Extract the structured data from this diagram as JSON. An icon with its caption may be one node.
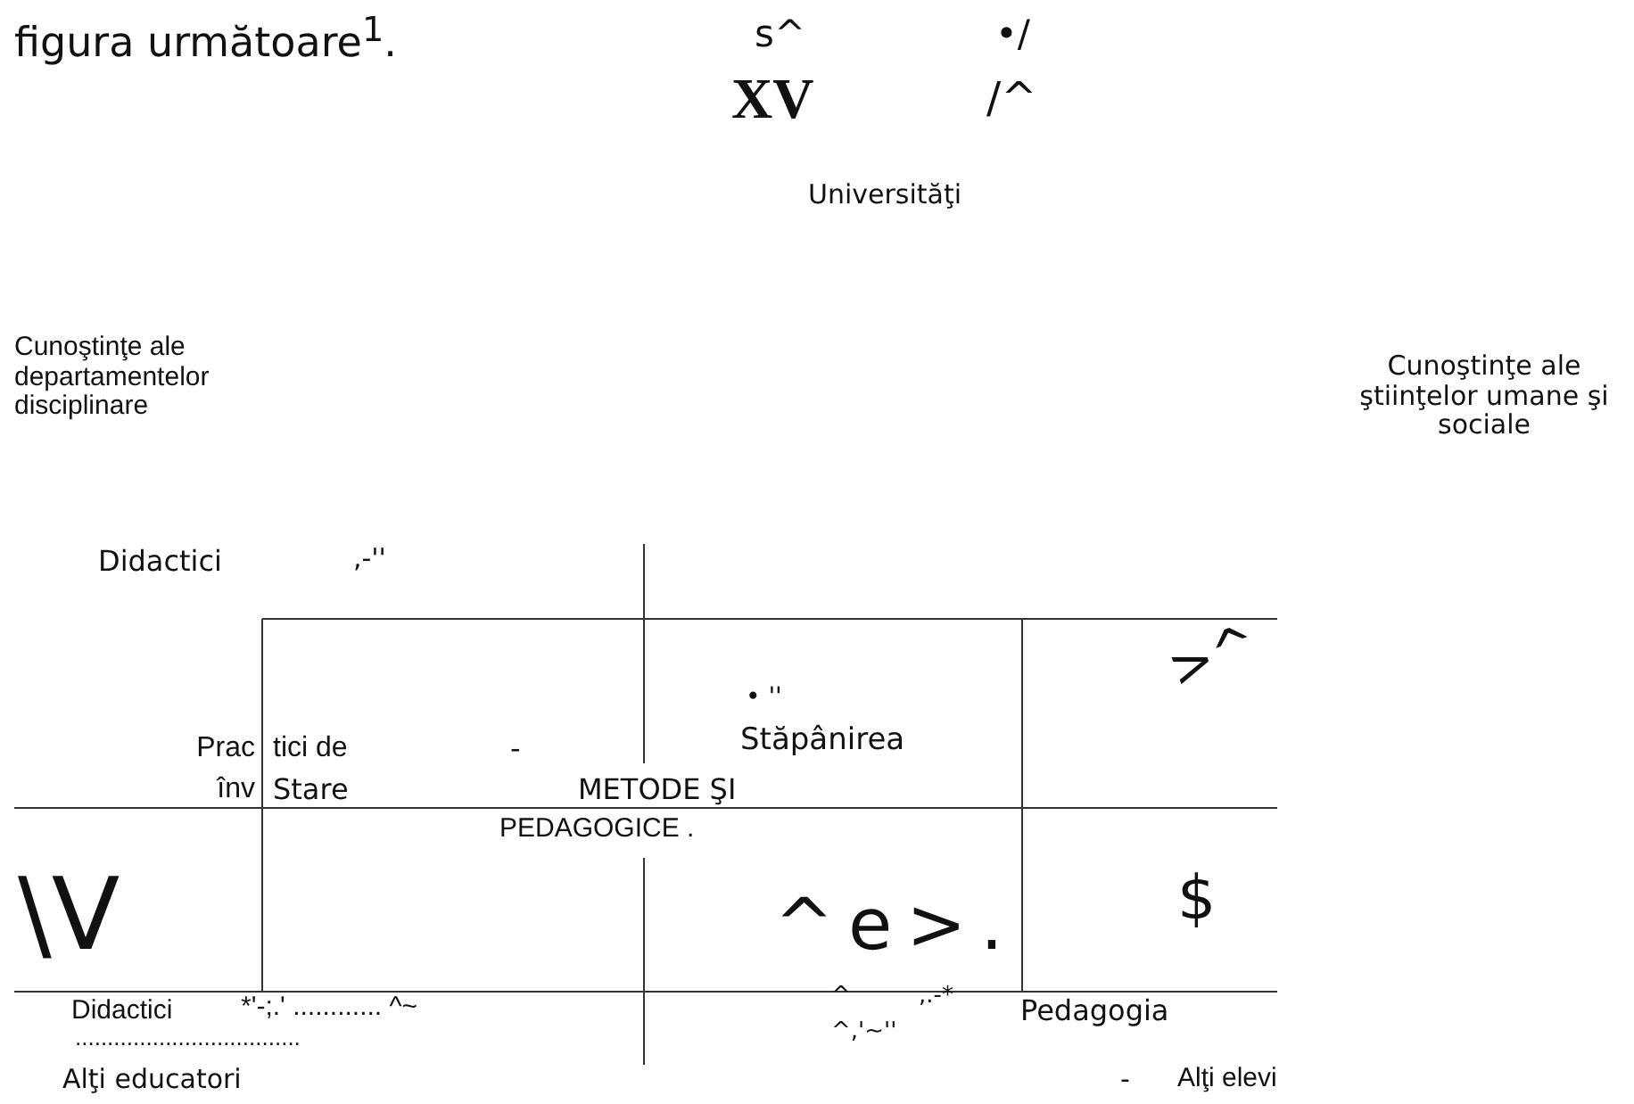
{
  "diagram": {
    "labels": [
      "figura următoare$^{1}$.",
      "s^",
      "•/",
      "XV",
      "/^",
      "Universităţi",
      "Cunoştinţe ale departamentelor disciplinare",
      "Cunoştinţe ale ştiinţelor umane şi sociale",
      "Didactici",
      ",-''",
      "• ''",
      ">^",
      "Prac",
      "tici de",
      "-",
      "Stăpânirea",
      "înv",
      "Stare",
      "METODE ŞI",
      "PEDAGOGICE .",
      "\\V",
      "^e>.",
      "$",
      "Didactici",
      "*'-;.' ............ ^~",
      "^",
      ",.-*",
      "Pedagogia",
      "...................................",
      "^,'~''",
      "Alţi educatori",
      "-",
      "Alţi elevi"
    ]
  }
}
